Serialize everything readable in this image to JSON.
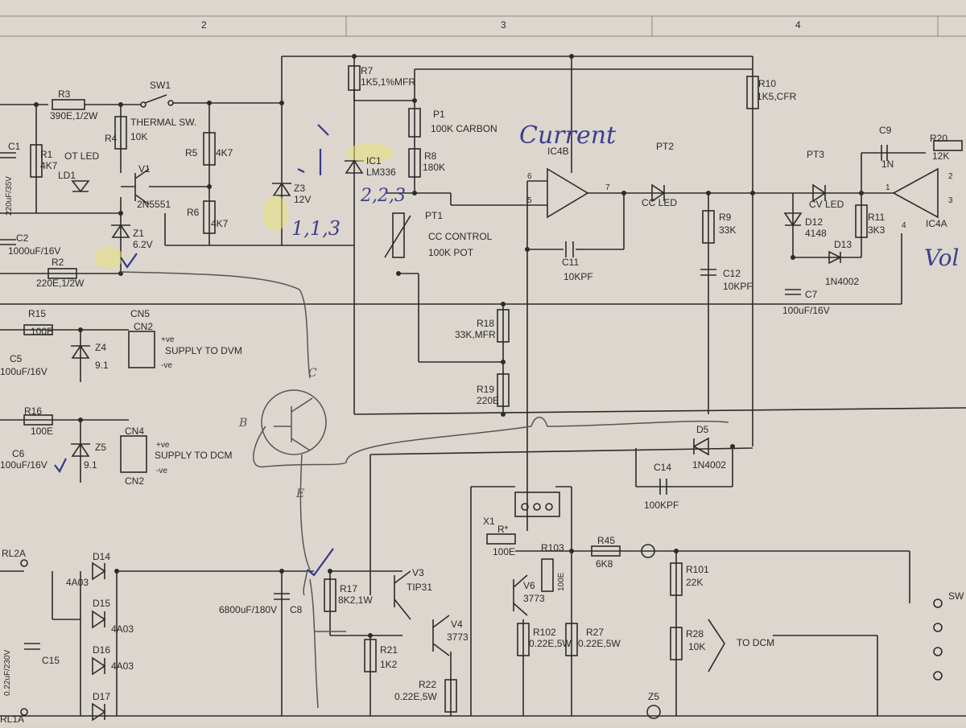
{
  "border": {
    "column_numbers": [
      "2",
      "3",
      "4"
    ]
  },
  "components": {
    "r3": {
      "ref": "R3",
      "value": "390E,1/2W"
    },
    "sw1": {
      "ref": "SW1",
      "value": "THERMAL SW."
    },
    "r4": {
      "ref": "R4",
      "value": "10K"
    },
    "c1": {
      "ref": "C1",
      "value": "220uF/35V"
    },
    "r1": {
      "ref": "R1",
      "value": "4K7"
    },
    "ld1": {
      "ref": "LD1",
      "value": "OT LED"
    },
    "v1": {
      "ref": "V1",
      "value": "2N5551"
    },
    "r5": {
      "ref": "R5",
      "value": "4K7"
    },
    "r6": {
      "ref": "R6",
      "value": "4K7"
    },
    "z1": {
      "ref": "Z1",
      "value": "6.2V"
    },
    "c2": {
      "ref": "C2",
      "value": "1000uF/16V"
    },
    "r2": {
      "ref": "R2",
      "value": "220E,1/2W"
    },
    "r7": {
      "ref": "R7",
      "value": "1K5,1%MFR"
    },
    "z3": {
      "ref": "Z3",
      "value": "12V"
    },
    "ic1": {
      "ref": "IC1",
      "value": "LM336"
    },
    "p1": {
      "ref": "P1",
      "value": "100K CARBON"
    },
    "r8": {
      "ref": "R8",
      "value": "180K"
    },
    "pt1": {
      "ref": "PT1",
      "value": "CC CONTROL",
      "value2": "100K POT"
    },
    "ic4b": {
      "ref": "IC4B"
    },
    "c11": {
      "ref": "C11",
      "value": "10KPF"
    },
    "pt2": {
      "ref": "PT2",
      "value": "CC LED"
    },
    "r9": {
      "ref": "R9",
      "value": "33K"
    },
    "c12": {
      "ref": "C12",
      "value": "10KPF"
    },
    "r10": {
      "ref": "R10",
      "value": "1K5,CFR"
    },
    "pt3": {
      "ref": "PT3",
      "value": "CV LED"
    },
    "d12": {
      "ref": "D12",
      "value": "4148"
    },
    "d13": {
      "ref": "D13",
      "value": "1N4002"
    },
    "r11": {
      "ref": "R11",
      "value": "3K3"
    },
    "c7": {
      "ref": "C7",
      "value": "100uF/16V"
    },
    "c9": {
      "ref": "C9",
      "value": "1N"
    },
    "r20": {
      "ref": "R20",
      "value": "12K"
    },
    "ic4a": {
      "ref": "IC4A"
    },
    "r18": {
      "ref": "R18",
      "value": "33K,MFR"
    },
    "r19": {
      "ref": "R19",
      "value": "220E"
    },
    "cn5": {
      "ref": "CN5"
    },
    "r15": {
      "ref": "R15",
      "value": "100E"
    },
    "cn2a": {
      "ref": "CN2",
      "label": "SUPPLY TO DVM"
    },
    "z4": {
      "ref": "Z4",
      "value": "9.1"
    },
    "c5": {
      "ref": "C5",
      "value": "100uF/16V"
    },
    "r16": {
      "ref": "R16",
      "value": "100E"
    },
    "z5": {
      "ref": "Z5",
      "value": "9.1"
    },
    "c6": {
      "ref": "C6",
      "value": "100uF/16V"
    },
    "cn4": {
      "ref": "CN4",
      "label": "SUPPLY TO DCM"
    },
    "cn2b": {
      "ref": "CN2"
    },
    "d5": {
      "ref": "D5",
      "value": "1N4002"
    },
    "c14": {
      "ref": "C14",
      "value": "100KPF"
    },
    "x1": {
      "ref": "X1"
    },
    "rstar": {
      "ref": "R*",
      "value": "100E"
    },
    "r103": {
      "ref": "R103",
      "value": "100E"
    },
    "r45": {
      "ref": "R45",
      "value": "6K8"
    },
    "r101": {
      "ref": "R101",
      "value": "22K"
    },
    "r28": {
      "ref": "R28",
      "value": "10K"
    },
    "todcm": {
      "label": "TO DCM"
    },
    "rl2a": {
      "ref": "RL2A"
    },
    "rl1a": {
      "ref": "RL1A"
    },
    "d14": {
      "ref": "D14",
      "value": "4A03"
    },
    "d15": {
      "ref": "D15",
      "value": "4A03"
    },
    "d16": {
      "ref": "D16",
      "value": "4A03"
    },
    "d17": {
      "ref": "D17"
    },
    "c15": {
      "ref": "C15",
      "value": "0.22uF/230V"
    },
    "c8": {
      "ref": "C8",
      "value": "6800uF/180V"
    },
    "r17": {
      "ref": "R17",
      "value": "8K2,1W"
    },
    "v3": {
      "ref": "V3",
      "value": "TIP31"
    },
    "v4": {
      "ref": "V4",
      "value": "3773"
    },
    "v6": {
      "ref": "V6",
      "value": "3773"
    },
    "r21": {
      "ref": "R21",
      "value": "1K2"
    },
    "r22": {
      "ref": "R22",
      "value": "0.22E,5W"
    },
    "r102": {
      "ref": "R102",
      "value": "0.22E,5W"
    },
    "r27": {
      "ref": "R27",
      "value": "0.22E,5W"
    },
    "z5b": {
      "ref": "Z5"
    },
    "sw_edge": {
      "ref": "SW"
    }
  },
  "pin_labels": {
    "pos": "+ve",
    "neg": "-ve",
    "p6": "6",
    "p5": "5",
    "p7": "7",
    "p1": "1",
    "p2": "2",
    "p3": "3",
    "p4": "4"
  },
  "annotations": {
    "current": "Current",
    "volt": "Vol",
    "code_a": "1,1,3",
    "code_b": "2,2,3",
    "mark_c": "C",
    "mark_b": "B",
    "mark_e": "E"
  },
  "colors": {
    "paper": "#d9d3cc",
    "ink": "#2b2b2b",
    "pen": "#36388a",
    "pencil": "#555555",
    "highlight": "#e8e27a"
  }
}
